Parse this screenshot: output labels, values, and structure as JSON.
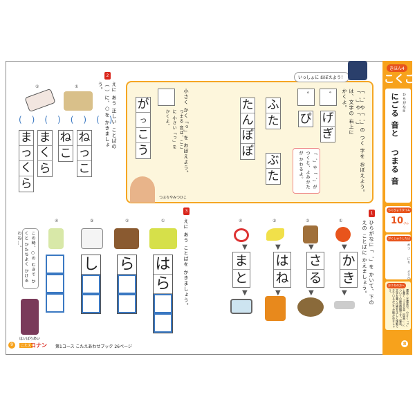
{
  "section2": {
    "number": "2",
    "instruction": "えに あう 正しい ことばの（ ）に、○を かきましょう。",
    "pic_labels": [
      "①",
      "②"
    ],
    "answers": [
      [
        "ね",
        "っ",
        "こ"
      ],
      [
        "ね",
        "こ"
      ],
      [
        "ま",
        "く",
        "ら"
      ],
      [
        "ま",
        "っ",
        "く",
        "ら"
      ]
    ]
  },
  "yellow": {
    "title1": "「゛」や「゜」の つく 字を おぼえよう。",
    "note1": "「゛」や「゜」は、文字の 右上に かくよ。",
    "sample_dakuten": "゛",
    "sample_handakuten": "゜",
    "ge": [
      "げ",
      "ぎ"
    ],
    "pi": [
      "ぴ"
    ],
    "futa": [
      "ふ",
      "た"
    ],
    "buta": [
      "ぶ",
      "た"
    ],
    "tanpopo": [
      "た",
      "ん",
      "ぽ",
      "ぽ"
    ],
    "pink_note": "「゛」や「゜」が つくと、よみかたが かわるよ。",
    "bubble": "いっしょに おぼえよう！",
    "title2": "小さく かく「っ」を おぼえよう。",
    "note2": "つまる 音は、ここに 小さい「っ」を かくよ。",
    "gakkou": [
      "が",
      "っ",
      "こ",
      "う"
    ],
    "char_name": "つぶらやみつひこ"
  },
  "section3": {
    "number": "3",
    "instruction": "えに あう ことばを かきましょう。",
    "pic_labels": [
      "①",
      "②",
      "③",
      "④"
    ],
    "answers": [
      [
        "は",
        "ら",
        "",
        ""
      ],
      [
        "ら",
        "",
        ""
      ],
      [
        "し",
        "",
        ""
      ],
      [
        "",
        "",
        ""
      ]
    ],
    "bubble": "この時、○の むきで かくと かたちよく かけるわね…。",
    "char_name": "はいばらあい"
  },
  "section1": {
    "number": "1",
    "instruction": "ひらがなに「゛」を かいて、下の えの ことばに かえましょう。",
    "pic_labels": [
      "①",
      "②",
      "③",
      "④"
    ],
    "words": [
      [
        "か",
        "き"
      ],
      [
        "さ",
        "る"
      ],
      [
        "は",
        "ね"
      ],
      [
        "ま",
        "と"
      ]
    ]
  },
  "footer": {
    "page_left": "9",
    "answer_tag": "こたえ",
    "brand": "コナン",
    "text": "第1コース こたえあわせブック 26ページ",
    "page_right": "8"
  },
  "sidebar": {
    "badge": "きほん4",
    "subject": "こくご",
    "unit": "ひらがな④",
    "title1": "にごる 音と",
    "title2": "つまる 音",
    "time_label": "もくひょうタイム",
    "time_value": "10",
    "time_unit": "ぷん",
    "date_label": "がくしゅうした日",
    "date_month": "がつ",
    "date_day": "にち",
    "date_week": "ようび",
    "parents_label": "おうちの方へ",
    "parents_text": "濁音・半濁音や、小さく「っ」と書く「つまる音（促音）」についての練習問題です。濁音、文字を書く位置を正しく理解できているかどうか確かめましょう。"
  }
}
